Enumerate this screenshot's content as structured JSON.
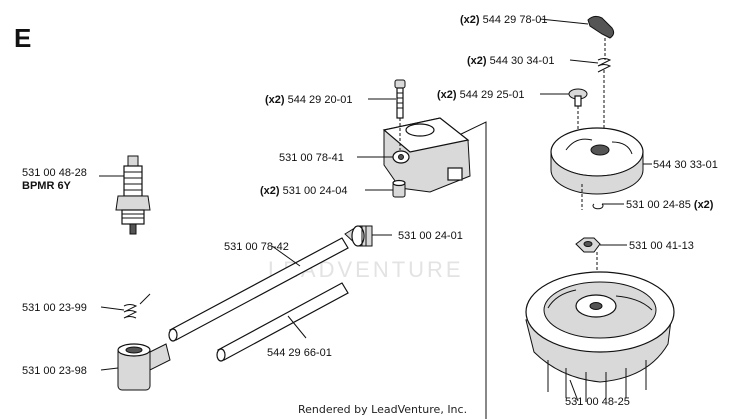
{
  "section_letter": "E",
  "watermark": "LEADVENTURE",
  "footer": "Rendered by LeadVenture, Inc.",
  "parts": [
    {
      "id": "p1",
      "qty": "(x2)",
      "number": "544 29 78-01"
    },
    {
      "id": "p2",
      "qty": "(x2)",
      "number": "544 30 34-01"
    },
    {
      "id": "p3",
      "qty": "(x2)",
      "number": "544 29 25-01"
    },
    {
      "id": "p4",
      "qty": "(x2)",
      "number": "544 29 20-01"
    },
    {
      "id": "p5",
      "qty": "",
      "number": "531 00 78-41"
    },
    {
      "id": "p6",
      "qty": "",
      "number": "544 30 33-01"
    },
    {
      "id": "p7",
      "qty": "(x2)",
      "number": "531 00 24-04"
    },
    {
      "id": "p8",
      "qty": "",
      "number": "531 00 24-85",
      "qty_after": "(x2)"
    },
    {
      "id": "p9",
      "qty": "",
      "number": "531 00 24-01"
    },
    {
      "id": "p10",
      "qty": "",
      "number": "531 00 78-42"
    },
    {
      "id": "p11",
      "qty": "",
      "number": "531 00 41-13"
    },
    {
      "id": "p12",
      "qty": "",
      "number": "531 00 23-99"
    },
    {
      "id": "p13",
      "qty": "",
      "number": "544 29 66-01"
    },
    {
      "id": "p14",
      "qty": "",
      "number": "531 00 23-98"
    },
    {
      "id": "p15",
      "qty": "",
      "number": "531 00 48-25"
    },
    {
      "id": "p16",
      "qty": "",
      "number": "531 00 48-28",
      "subtitle": "BPMR 6Y"
    }
  ]
}
